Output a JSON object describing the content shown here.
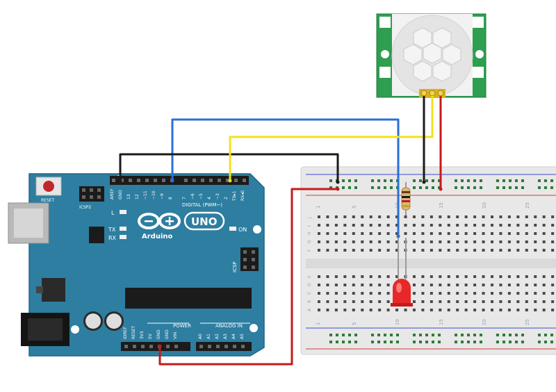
{
  "board": {
    "reset_label": "RESET",
    "icsp2_label": "ICSP2",
    "icsp_label": "ICSP",
    "l_label": "L",
    "tx_label": "TX",
    "rx_label": "RX",
    "on_label": "ON",
    "digital_label": "DIGITAL (PWM~)",
    "uno_label": "UNO",
    "arduino_label": "Arduino",
    "power_label": "POWER",
    "analog_label": "ANALOG IN",
    "top_pins": [
      "AREF",
      "GND",
      "13",
      "12",
      "~11",
      "~10",
      "~9",
      "8",
      "7",
      "~6",
      "~5",
      "4",
      "~3",
      "2",
      "TX▸1",
      "RX◂0"
    ],
    "bottom_pins": [
      "IOREF",
      "RESET",
      "3V3",
      "5V",
      "GND",
      "GND",
      "VIN",
      "A0",
      "A1",
      "A2",
      "A3",
      "A4",
      "A5"
    ]
  },
  "breadboard": {
    "column_numbers": [
      "1",
      "5",
      "10",
      "15",
      "20",
      "25"
    ],
    "row_letters_top": [
      "J",
      "I",
      "H",
      "G",
      "F"
    ],
    "row_letters_bottom": [
      "E",
      "D",
      "C",
      "B",
      "A"
    ]
  },
  "colors": {
    "board": "#2d7ea0",
    "board_dark": "#1f6685",
    "pir_pcb": "#2e9e4f",
    "wire_black": "#1a1a1a",
    "wire_red": "#c41a1a",
    "wire_yellow": "#f2e21c",
    "wire_blue": "#2a6fd6",
    "led": "#e82828"
  }
}
